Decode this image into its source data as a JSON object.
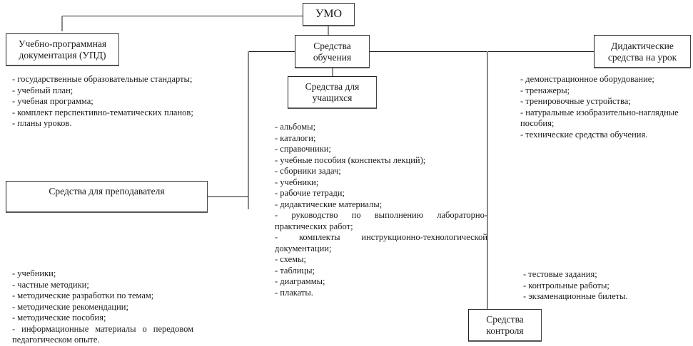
{
  "root": {
    "label": "УМО"
  },
  "nodes": {
    "upd": {
      "line1": "Учебно-программная",
      "line2": "документация (УПД)"
    },
    "sredstva_obucheniya": {
      "line1": "Средства",
      "line2": "обучения"
    },
    "dlya_uchashchikhsya": {
      "line1": "Средства для",
      "line2": "учащихся"
    },
    "didakticheskie": {
      "line1": "Дидактические",
      "line2": "средства на урок"
    },
    "dlya_prepodavatelya": {
      "line1": "Средства для преподавателя"
    },
    "kontrol": {
      "line1": "Средства",
      "line2": "контроля"
    }
  },
  "lists": {
    "upd_items": [
      "- государственные образовательные стандарты;",
      "- учебный план;",
      "- учебная программа;",
      "- комплект перспективно-тематических планов;",
      "- планы уроков."
    ],
    "uchashchiesya_items": [
      "- альбомы;",
      "- каталоги;",
      "- справочники;",
      "- учебные пособия (конспекты лекций);",
      "- сборники задач;",
      "- учебники;",
      "- рабочие тетради;",
      "- дидактические материалы;",
      "- руководство по выполнению лабораторно-",
      "практических работ;",
      "- комплекты инструкционно-технологической",
      "документации;",
      "- схемы;",
      "- таблицы;",
      "- диаграммы;",
      "- плакаты."
    ],
    "didakticheskie_items": [
      "- демонстрационное оборудование;",
      "- тренажеры;",
      "- тренировочные устройства;",
      "- натуральные изобразительно-наглядные",
      "пособия;",
      "- технические средства обучения."
    ],
    "prepodavatel_items": [
      "- учебники;",
      "- частные методики;",
      "- методические разработки по темам;",
      "- методические рекомендации;",
      "- методические пособия;",
      "- информационные материалы о передовом",
      "педагогическом опыте."
    ],
    "kontrol_items": [
      "- тестовые задания;",
      "- контрольные работы;",
      "- экзаменационные билеты."
    ]
  }
}
